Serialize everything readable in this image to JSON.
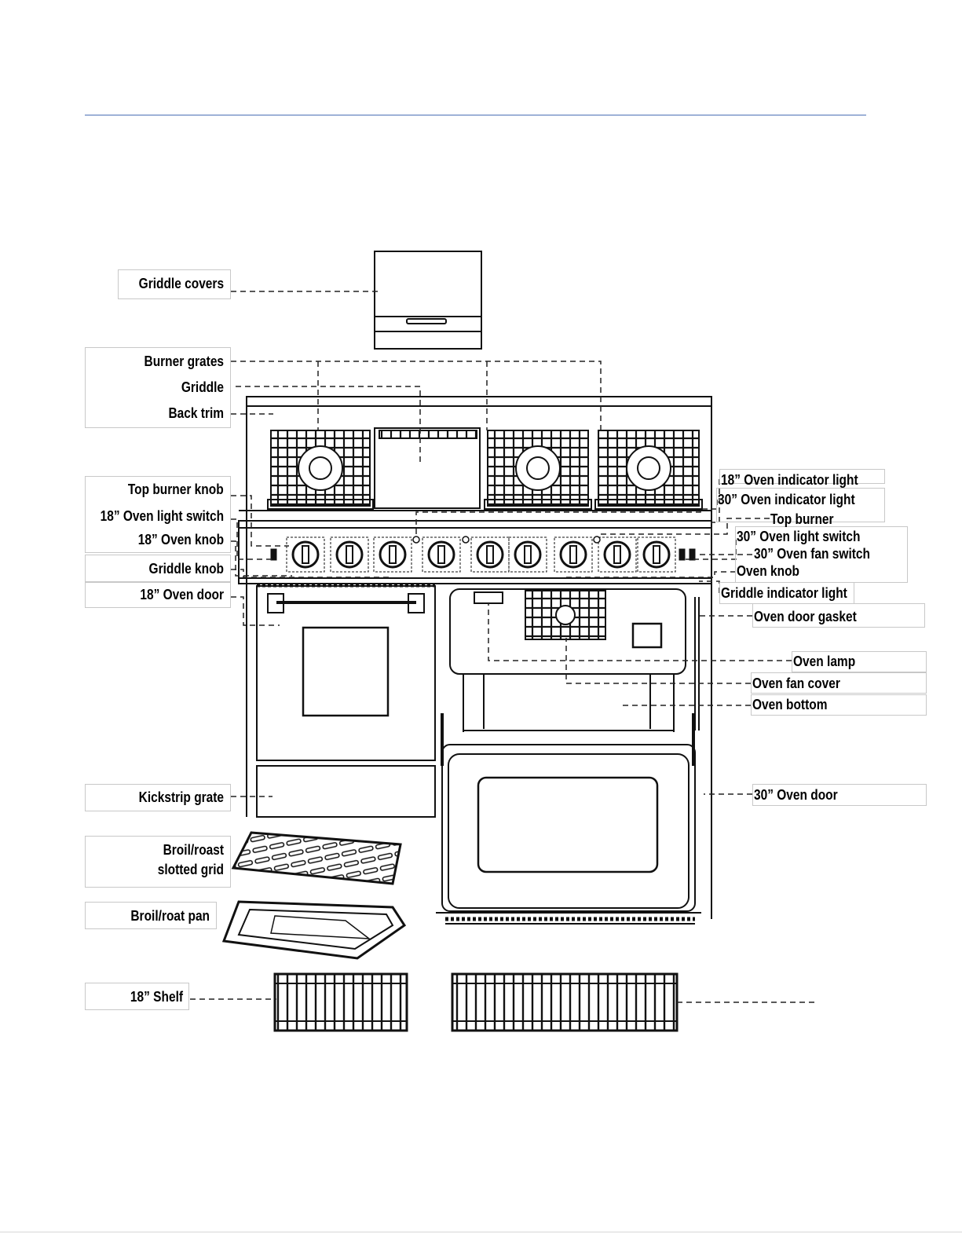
{
  "labels": {
    "griddle_covers": "Griddle covers",
    "burner_grates": "Burner grates",
    "griddle": "Griddle",
    "back_trim": "Back trim",
    "top_burner_knob": "Top burner knob",
    "oven_light_switch_18": "18” Oven light switch",
    "oven_knob_18": "18” Oven knob",
    "griddle_knob": "Griddle knob",
    "oven_door_18": "18” Oven door",
    "kickstrip_grate": "Kickstrip grate",
    "broil_roast_slotted_grid_1": "Broil/roast",
    "broil_roast_slotted_grid_2": "slotted grid",
    "broil_roast_pan": "Broil/roat pan",
    "shelf_18": "18” Shelf",
    "oven_indicator_light_18": "18” Oven indicator light",
    "oven_indicator_light_30": "30” Oven indicator light",
    "top_burner": "Top burner",
    "oven_light_switch_30": "30” Oven light switch",
    "oven_fan_switch_30": "30” Oven fan switch",
    "oven_knob": "Oven knob",
    "griddle_indicator_light": "Griddle indicator light",
    "oven_door_gasket": "Oven door gasket",
    "oven_lamp": "Oven lamp",
    "oven_fan_cover": "Oven fan cover",
    "oven_bottom": "Oven bottom",
    "oven_door_30": "30” Oven door"
  }
}
